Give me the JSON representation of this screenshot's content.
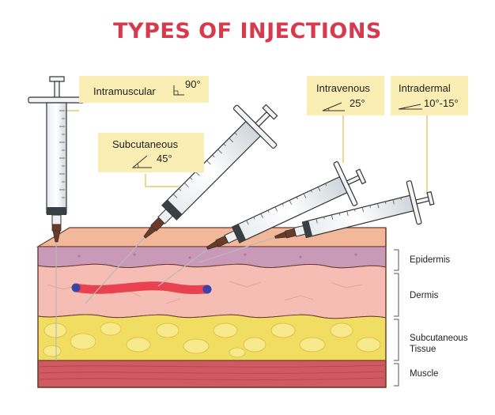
{
  "title": "TYPES OF INJECTIONS",
  "colors": {
    "title": "#d63a4f",
    "label_bg": "#fbeeb4",
    "skin_top": "#f3b89a",
    "epidermis": "#c99ab8",
    "dermis": "#f5bdb3",
    "subcutaneous": "#f1dd62",
    "muscle": "#cf5a63",
    "vein": "#e8414f",
    "vein_end": "#3a43a8"
  },
  "injections": [
    {
      "name": "Intramuscular",
      "angle": "90°"
    },
    {
      "name": "Subcutaneous",
      "angle": "45°"
    },
    {
      "name": "Intravenous",
      "angle": "25°"
    },
    {
      "name": "Intradermal",
      "angle": "10°-15°"
    }
  ],
  "layers": [
    {
      "name": "Epidermis"
    },
    {
      "name": "Dermis"
    },
    {
      "name": "Subcutaneous Tissue"
    },
    {
      "name": "Muscle"
    }
  ]
}
